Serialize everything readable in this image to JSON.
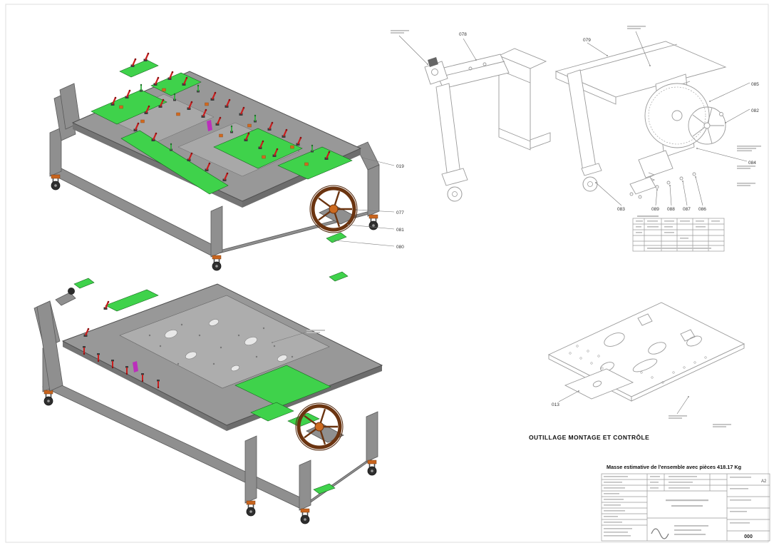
{
  "sheet": {
    "size_label": "A2",
    "number": "000"
  },
  "titles": {
    "drawing_title": "OUTILLAGE MONTAGE ET CONTRÔLE",
    "mass_note": "Masse estimative de l'ensemble avec pièces 418.17 Kg"
  },
  "callouts": {
    "assembled_view": [
      "019",
      "077",
      "081",
      "080"
    ],
    "corner_detail": [
      "078"
    ],
    "wheel_detail": [
      "079",
      "085",
      "082",
      "084",
      "083",
      "089",
      "088",
      "087",
      "086"
    ],
    "plate_view": [
      "013"
    ]
  },
  "colors": {
    "frame_gray": "#8f8f8f",
    "plate_green": "#3fd24b",
    "clamp_red": "#c81e1e",
    "pad_orange": "#d2691e",
    "wheel_brown": "#6b3410"
  }
}
